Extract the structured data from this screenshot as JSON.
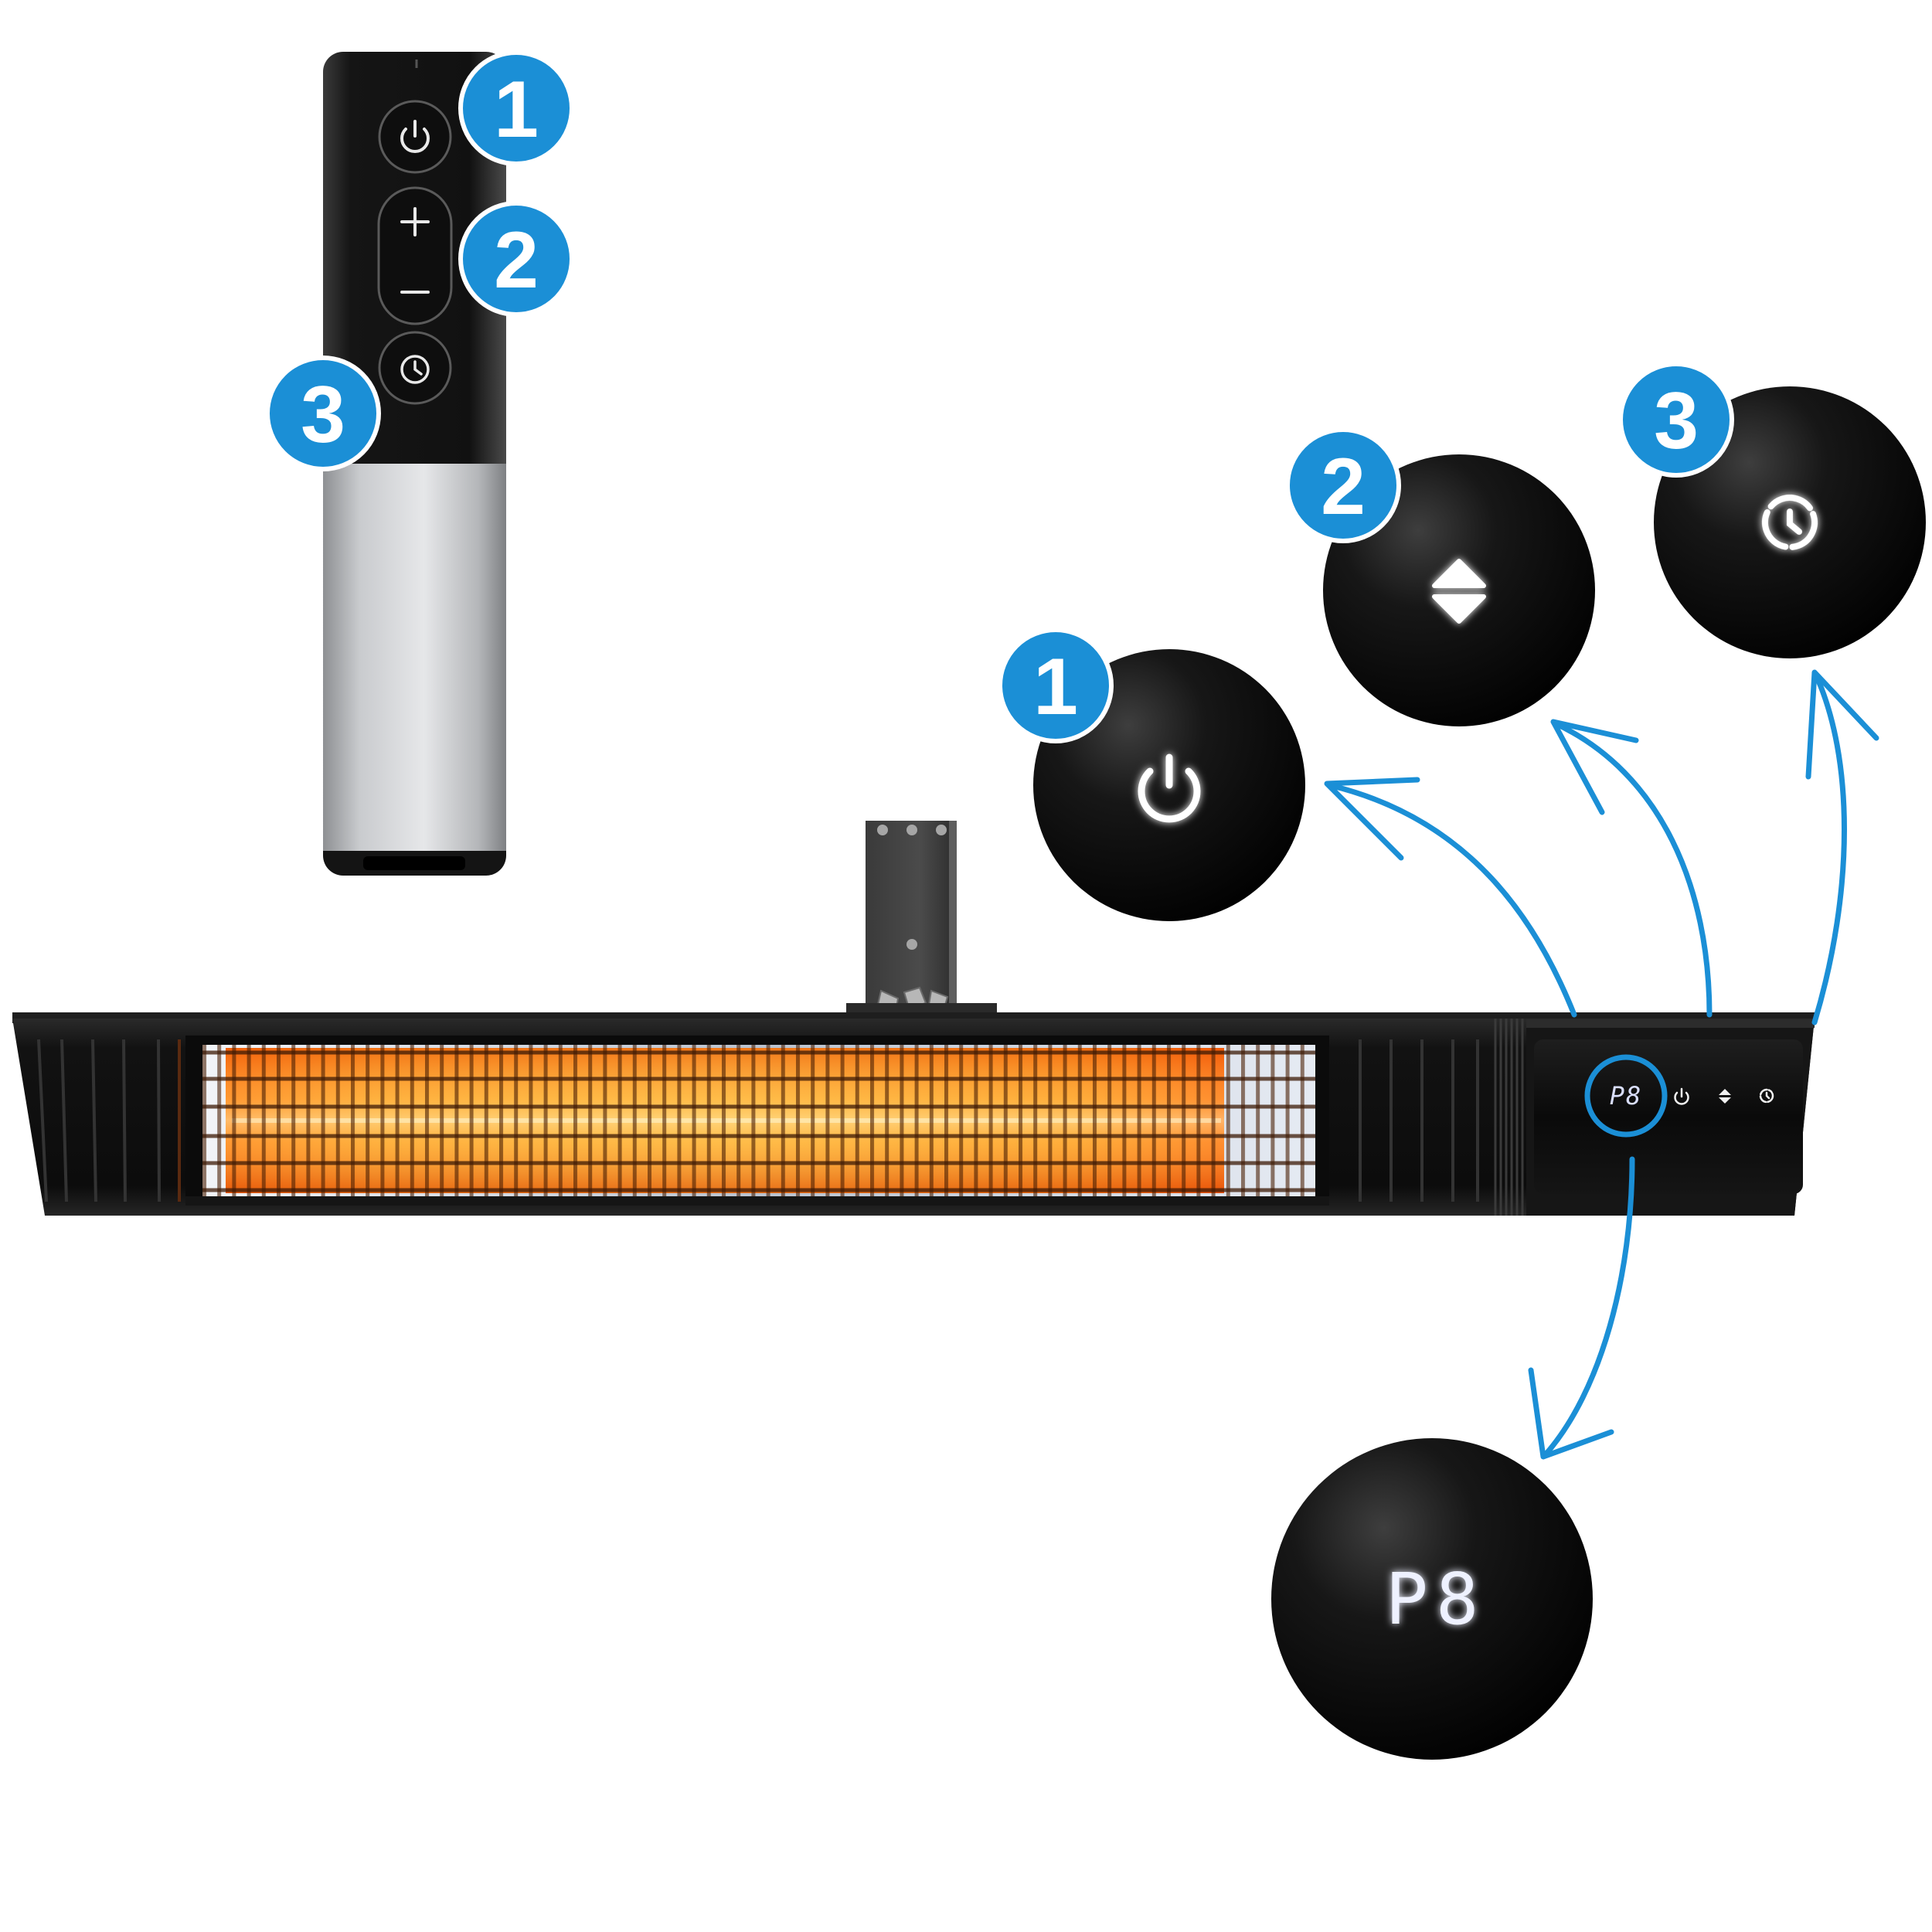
{
  "remote": {
    "badges": [
      "1",
      "2",
      "3"
    ],
    "buttons": [
      {
        "icon": "power-icon"
      },
      {
        "icon": "plus-icon"
      },
      {
        "icon": "minus-icon"
      },
      {
        "icon": "clock-icon"
      }
    ]
  },
  "heater": {
    "display": "P8",
    "panel_icons": [
      "power-icon",
      "up-down-icon",
      "timer-icon"
    ]
  },
  "callouts": [
    {
      "badge": "1",
      "icon": "power-icon"
    },
    {
      "badge": "2",
      "icon": "up-down-icon"
    },
    {
      "badge": "3",
      "icon": "timer-icon"
    },
    {
      "display": "P8"
    }
  ],
  "colors": {
    "badge": "#1b8fd6",
    "arrow": "#1b8fd6",
    "heating_element": "#ff9a1f",
    "body": "#141414"
  }
}
